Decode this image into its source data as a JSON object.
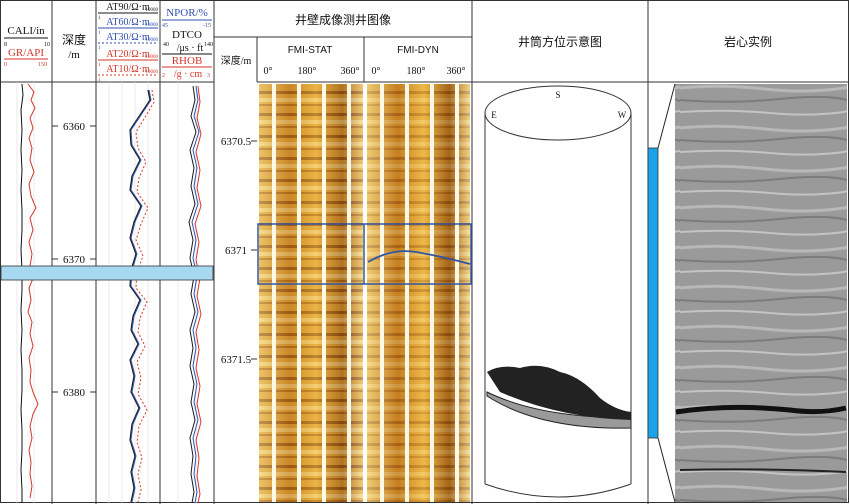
{
  "track1": {
    "header_1": "CALI/in",
    "h1_min": "8",
    "h1_max": "10",
    "header_2": "GR/API",
    "h2_min": "0",
    "h2_max": "150"
  },
  "depth_track": {
    "title_1": "深度",
    "title_2": "/m",
    "ticks": [
      "6360",
      "6370",
      "6380"
    ],
    "tick_values": [
      6360,
      6370,
      6380
    ]
  },
  "resistivity_track": {
    "curves": [
      {
        "label": "AT90/Ω·m",
        "min": "1",
        "max": "10000",
        "color": "#1a1a1a"
      },
      {
        "label": "AT60/Ω·m",
        "min": "1",
        "max": "10000",
        "color": "#2f4fb0"
      },
      {
        "label": "AT30/Ω·m",
        "min": "1",
        "max": "10000",
        "color": "#2f4fb0"
      },
      {
        "label": "AT20/Ω·m",
        "min": "1",
        "max": "10000",
        "color": "#d6362b"
      },
      {
        "label": "AT10/Ω·m",
        "min": "1",
        "max": "10000",
        "color": "#d6362b"
      }
    ]
  },
  "porosity_track": {
    "npor_label": "NPOR/%",
    "npor_min": "45",
    "npor_max": "-15",
    "dtco_label": "DTCO",
    "dtco_unit": "/μs · ft",
    "dtco_min": "40",
    "dtco_max": "140",
    "rhob_label": "RHOB",
    "rhob_unit": "/g · cm",
    "rhob_min": "2",
    "rhob_max": "3"
  },
  "imaging": {
    "title": "井壁成像测井图像",
    "depth_col_title": "深度/m",
    "stat_title": "FMI-STAT",
    "dyn_title": "FMI-DYN",
    "angles": [
      "0°",
      "180°",
      "360°"
    ],
    "depth_ticks": [
      "6370.5",
      "6371",
      "6371.5"
    ],
    "depth_tick_values": [
      6370.5,
      6371,
      6371.5
    ]
  },
  "orientation": {
    "title": "井筒方位示意图",
    "s": "S",
    "e": "E",
    "w": "W"
  },
  "core": {
    "title": "岩心实例"
  },
  "colors": {
    "highlight": "#a6d8f0",
    "core_bar": "#1aa3e8",
    "frame": "#333333",
    "interval_box": "#3355a0"
  }
}
